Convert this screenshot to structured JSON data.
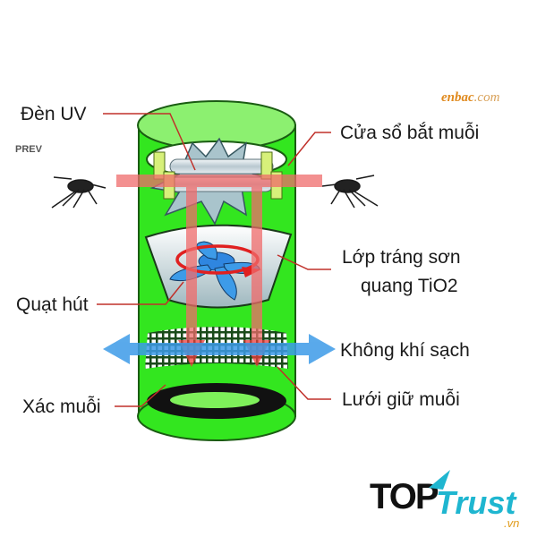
{
  "watermark": {
    "brand": "enbac",
    "suffix": ".com"
  },
  "nav": {
    "prev_label": "PREV"
  },
  "labels": {
    "uv_lamp": "Đèn UV",
    "trap_window": "Cửa sổ bắt muỗi",
    "tio2_line1": "Lớp tráng sơn",
    "tio2_line2": "quang TiO2",
    "suction_fan": "Quạt hút",
    "clean_air": "Không khí sạch",
    "dead_mosquitoes": "Xác muỗi",
    "mosquito_net": "Lưới giữ muỗi"
  },
  "logo": {
    "top": "TOP",
    "trust": "Trust",
    "domain": ".vn"
  },
  "colors": {
    "cylinder_green": "#33e61f",
    "cylinder_light": "#8cf070",
    "arrow_red": "#f06b6b",
    "arrow_blue": "#3d9be8",
    "leader_line": "#c0302a",
    "fan_blue": "#2f86e0",
    "logo_cyan": "#1fb6d0",
    "logo_orange": "#e09b1a"
  }
}
